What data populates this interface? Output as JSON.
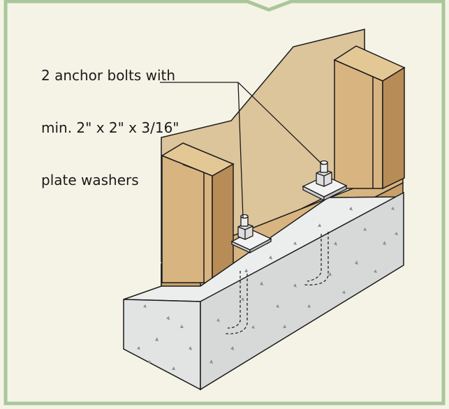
{
  "callout": {
    "lines": [
      "2 anchor bolts with",
      "min. 2\" x 2\" x 3/16\"",
      "plate washers"
    ]
  },
  "colors": {
    "frame_border": "#a9c79a",
    "background": "#f5f3e6",
    "sheathing": "#dcc49b",
    "lumber_light": "#d8b480",
    "lumber_mid": "#c9a06a",
    "lumber_dark": "#b88c56",
    "concrete": "#e2e4e3",
    "concrete_top": "#eceeed",
    "concrete_side": "#d6d9d8",
    "concrete_speckle": "#8c948f",
    "hardware": "#e6e6e6",
    "line": "#1a1a1a"
  }
}
